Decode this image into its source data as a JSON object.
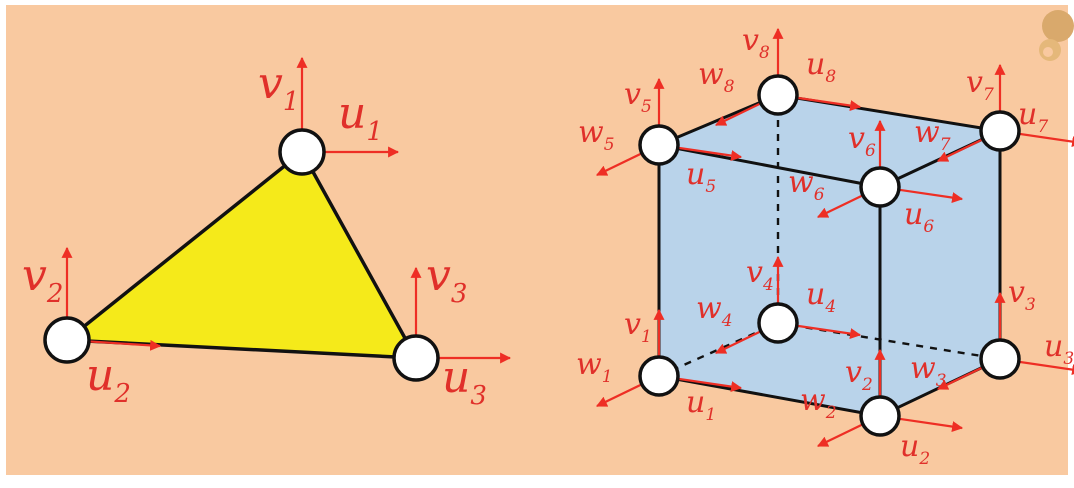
{
  "colors": {
    "background": "#f9c9a0",
    "frame": "#ffffff",
    "triangle_fill": "#f5ea1a",
    "cube_fill": "#b9d3ea",
    "arrow": "#ee2e24",
    "label": "#e0302a",
    "node_fill": "#ffffff",
    "node_stroke": "#111111",
    "edge": "#111111"
  },
  "triangle": {
    "nodes": [
      {
        "id": "1",
        "labels": [
          {
            "sym": "v",
            "sub": "1"
          },
          {
            "sym": "u",
            "sub": "1"
          }
        ]
      },
      {
        "id": "2",
        "labels": [
          {
            "sym": "v",
            "sub": "2"
          },
          {
            "sym": "u",
            "sub": "2"
          }
        ]
      },
      {
        "id": "3",
        "labels": [
          {
            "sym": "v",
            "sub": "3"
          },
          {
            "sym": "u",
            "sub": "3"
          }
        ]
      }
    ]
  },
  "cube": {
    "nodes": [
      {
        "id": "1",
        "labels": [
          {
            "sym": "v",
            "sub": "1"
          },
          {
            "sym": "w",
            "sub": "1"
          },
          {
            "sym": "u",
            "sub": "1"
          }
        ]
      },
      {
        "id": "2",
        "labels": [
          {
            "sym": "v",
            "sub": "2"
          },
          {
            "sym": "w",
            "sub": "2"
          },
          {
            "sym": "u",
            "sub": "2"
          }
        ]
      },
      {
        "id": "3",
        "labels": [
          {
            "sym": "v",
            "sub": "3"
          },
          {
            "sym": "w",
            "sub": "3"
          },
          {
            "sym": "u",
            "sub": "3"
          }
        ]
      },
      {
        "id": "4",
        "labels": [
          {
            "sym": "v",
            "sub": "4"
          },
          {
            "sym": "w",
            "sub": "4"
          },
          {
            "sym": "u",
            "sub": "4"
          }
        ]
      },
      {
        "id": "5",
        "labels": [
          {
            "sym": "v",
            "sub": "5"
          },
          {
            "sym": "w",
            "sub": "5"
          },
          {
            "sym": "u",
            "sub": "5"
          }
        ]
      },
      {
        "id": "6",
        "labels": [
          {
            "sym": "v",
            "sub": "6"
          },
          {
            "sym": "w",
            "sub": "6"
          },
          {
            "sym": "u",
            "sub": "6"
          }
        ]
      },
      {
        "id": "7",
        "labels": [
          {
            "sym": "v",
            "sub": "7"
          },
          {
            "sym": "w",
            "sub": "7"
          },
          {
            "sym": "u",
            "sub": "7"
          }
        ]
      },
      {
        "id": "8",
        "labels": [
          {
            "sym": "v",
            "sub": "8"
          },
          {
            "sym": "w",
            "sub": "8"
          },
          {
            "sym": "u",
            "sub": "8"
          }
        ]
      }
    ]
  }
}
